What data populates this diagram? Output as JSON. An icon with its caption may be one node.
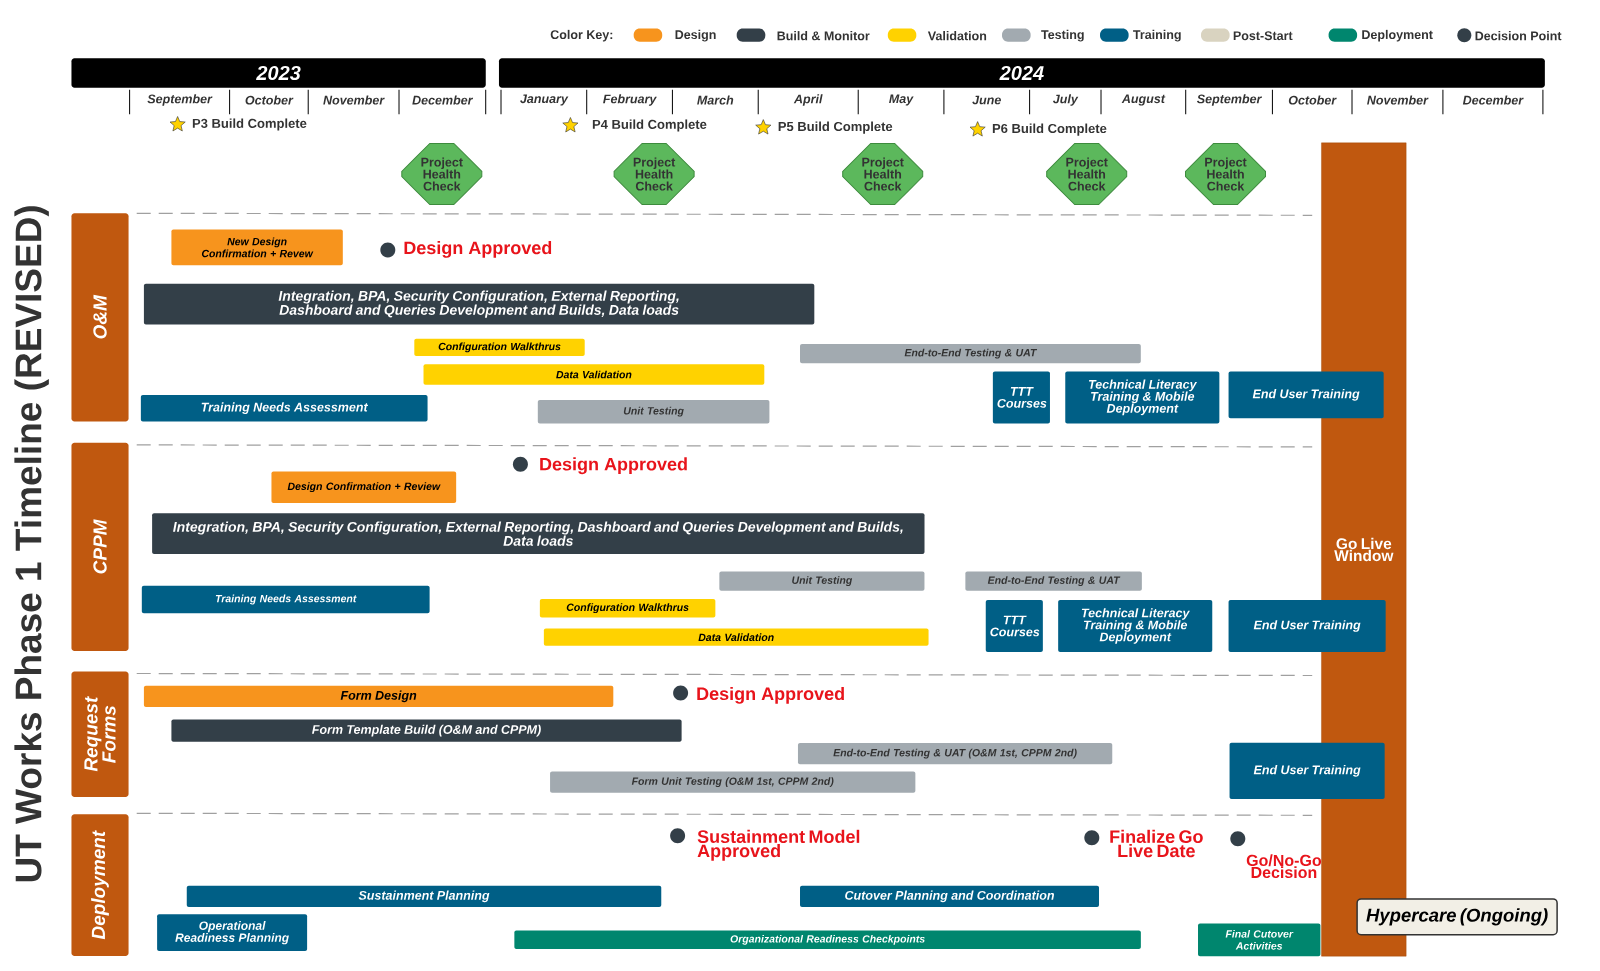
{
  "diagram": {
    "title": "UT Works Phase 1 Timeline (REVISED)",
    "nodes": [
      {
        "text": [
          "2023"
        ]
      },
      {
        "text": [
          "2024"
        ]
      },
      {
        "text": [
          "Project Health Check"
        ]
      },
      {
        "text": [
          "Project Health Check"
        ]
      },
      {
        "text": [
          "Project Health Check"
        ]
      },
      {
        "text": [
          "Project Health Check"
        ]
      },
      {
        "text": [
          "Project Health Check"
        ]
      },
      {
        "text": [
          "Go Live Window"
        ]
      },
      {
        "text": [
          "Hypercare (Ongoing)"
        ]
      },
      {
        "text": [
          "O&M"
        ]
      },
      {
        "text": [
          "New Design Confirmation + Revew"
        ]
      },
      {
        "text": [
          "Integration, BPA, Security Configuration, External Reporting, Dashboard and Queries Development and Builds, Data loads"
        ]
      },
      {
        "text": [
          "Configuration Walkthrus"
        ]
      },
      {
        "text": [
          "End-to-End Testing & UAT"
        ]
      },
      {
        "text": [
          "Data Validation"
        ]
      },
      {
        "text": [
          "Training Needs Assessment"
        ]
      },
      {
        "text": [
          "Unit Testing"
        ]
      },
      {
        "text": [
          "TTT Courses"
        ]
      },
      {
        "text": [
          "Technical Literacy Training & Mobile Deployment"
        ]
      },
      {
        "text": [
          "End User Training"
        ]
      },
      {
        "text": [
          "CPPM"
        ]
      },
      {
        "text": [
          "Design Confirmation + Review"
        ]
      },
      {
        "text": [
          "Integration, BPA, Security Configuration, External Reporting, Dashboard and Queries Development and Builds, Data loads"
        ]
      },
      {
        "text": [
          "Unit Testing"
        ]
      },
      {
        "text": [
          "End-to-End Testing & UAT"
        ]
      },
      {
        "text": [
          "Training Needs Assessment"
        ]
      },
      {
        "text": [
          "Configuration Walkthrus"
        ]
      },
      {
        "text": [
          "TTT Courses"
        ]
      },
      {
        "text": [
          "Technical Literacy Training & Mobile Deployment"
        ]
      },
      {
        "text": [
          "Data Validation"
        ]
      },
      {
        "text": [
          "End User Training"
        ]
      },
      {
        "text": [
          "Request Forms"
        ]
      },
      {
        "text": [
          "Form Design"
        ]
      },
      {
        "text": [
          "Form Template Build (O&M and CPPM)"
        ]
      },
      {
        "text": [
          "End-to-End Testing & UAT (O&M 1st, CPPM 2nd)"
        ]
      },
      {
        "text": [
          "Form Unit Testing (O&M 1st, CPPM 2nd)"
        ]
      },
      {
        "text": [
          "End User Training"
        ]
      },
      {
        "text": [
          "Deployment"
        ]
      },
      {
        "text": [
          "Sustainment Planning"
        ]
      },
      {
        "text": [
          "Cutover Planning and Coordination"
        ]
      },
      {
        "text": [
          "Operational Readiness Planning"
        ]
      },
      {
        "text": [
          "Organizational Readiness Checkpoints"
        ]
      },
      {
        "text": [
          "Final Cutover Activities"
        ]
      }
    ],
    "labels": [
      "Color Key:",
      "September",
      "October",
      "November",
      "December",
      "January",
      "February",
      "March",
      "April",
      "May",
      "June",
      "July",
      "August",
      "September",
      "October",
      "November",
      "December",
      "P3 Build Complete",
      "P4 Build Complete",
      "P5 Build Complete",
      "P6 Build Complete",
      "Design Approved",
      "Design Approved",
      "Design Approved",
      "Sustainment Model Approved",
      "Finalize Go Live Date",
      "Go/No-Go Decision"
    ],
    "legend": [
      {
        "text": "Design",
        "color": "#f7941d"
      },
      {
        "text": "Build & Monitor",
        "color": "#333f48"
      },
      {
        "text": "Validation",
        "color": "#ffd200"
      },
      {
        "text": "Testing",
        "color": "#a2aab0"
      },
      {
        "text": "Training",
        "color": "#005f86"
      },
      {
        "text": "Post-Start",
        "color": "#d9d3c0"
      },
      {
        "text": "Deployment",
        "color": "#00866e"
      },
      {
        "text": "Decision Point"
      }
    ]
  }
}
